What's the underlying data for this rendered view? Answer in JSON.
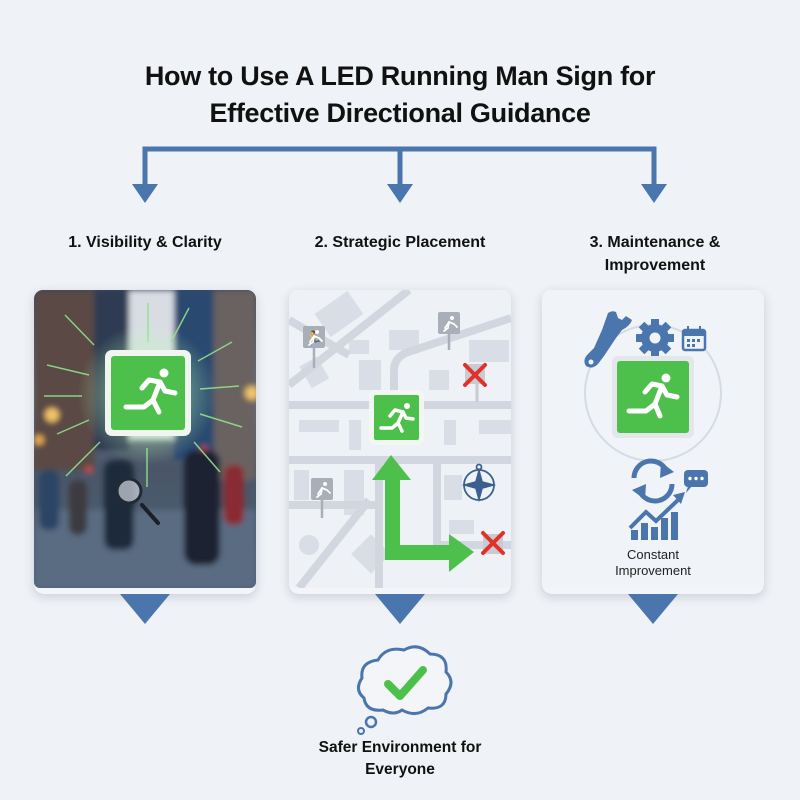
{
  "title": {
    "line1": "How to Use A LED Running Man Sign for",
    "line2": "Effective Directional Guidance"
  },
  "colors": {
    "background": "#eff2f6",
    "accent_blue": "#4a76ad",
    "sign_green": "#4cc04a",
    "error_red": "#e0312b",
    "text": "#111111"
  },
  "steps": [
    {
      "number": "1.",
      "label": "1. Visibility & Clarity",
      "illustration": "blurred city street with glowing green running-man exit sign and magnifying glass",
      "icons": [
        "running-man-sign-icon",
        "magnifier-icon",
        "glow-rays"
      ]
    },
    {
      "number": "2.",
      "label": "2. Strategic Placement",
      "illustration": "street map with highlighted green exit sign, green turn arrow, grey signs, red X marks and compass",
      "icons": [
        "running-man-sign-icon",
        "turn-arrow-icon",
        "red-x-icon",
        "compass-icon",
        "small-sign-icon"
      ]
    },
    {
      "number": "3.",
      "label_line1": "3. Maintenance &",
      "label_line2": "Improvement",
      "illustration": "exit sign surrounded by maintenance icons",
      "icons": [
        "wrench-icon",
        "gear-icon",
        "calendar-icon",
        "running-man-sign-icon",
        "cycle-arrows-icon",
        "chat-bubble-icon",
        "growth-chart-icon"
      ],
      "caption_line1": "Constant",
      "caption_line2": "Improvement"
    }
  ],
  "outcome": {
    "icon": "thought-cloud-checkmark-icon",
    "line1": "Safer Environment for",
    "line2": "Everyone"
  }
}
